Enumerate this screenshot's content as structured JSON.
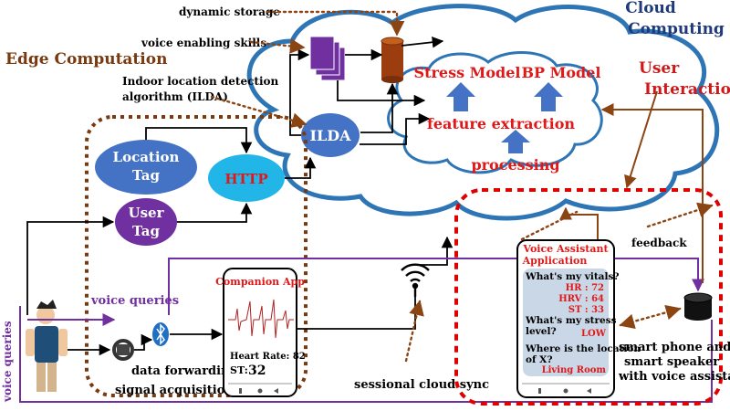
{
  "titles": {
    "edge": "Edge Computation",
    "cloud_line1": "Cloud",
    "cloud_line2": "Computing",
    "user_line1": "User",
    "user_line2": "Interaction"
  },
  "annotations": {
    "dynamic_storage": "dynamic storage",
    "voice_skills": "voice enabling skills",
    "ilda_desc_line1": "Indoor location detection",
    "ilda_desc_line2": "algorithm (ILDA)",
    "voice_queries_mid": "voice queries",
    "voice_queries_side": "voice queries",
    "data_forwarding": "data forwarding",
    "signal_acquisition": "signal acquisition",
    "sessional_sync": "sessional cloud sync",
    "feedback": "feedback",
    "smart_line1": "smart phone and",
    "smart_line2": "smart  speaker",
    "smart_line3": "with voice assistant"
  },
  "nodes": {
    "location_tag_line1": "Location",
    "location_tag_line2": "Tag",
    "user_tag_line1": "User",
    "user_tag_line2": "Tag",
    "http": "HTTP",
    "ilda": "ILDA",
    "stress_model": "Stress Model",
    "bp_model": "BP Model",
    "feature_extraction": "feature extraction",
    "processing": "processing"
  },
  "companion_app": {
    "title": "Companion App",
    "heart_rate_label": "Heart Rate: 82",
    "st_label": "ST:",
    "st_value": "32"
  },
  "voice_app": {
    "title_line1": "Voice Assistant",
    "title_line2": "Application",
    "q1": "What's my vitals?",
    "hr": "HR : 72",
    "hrv": "HRV : 64",
    "st": "ST : 33",
    "q2_line1": "What's my stress",
    "q2_line2": "level?",
    "a2": "LOW",
    "q3_line1": "Where is the location",
    "q3_line2": "of X?",
    "a3": "Living Room"
  },
  "colors": {
    "edge_title": "#7a3a10",
    "cloud_title": "#1f3a7a",
    "user_title": "#d01818",
    "cloud_border": "#2e75b6",
    "model_text": "#e01818",
    "arrow_blue": "#4472c4",
    "location_tag": "#4472c4",
    "user_tag": "#7030a0",
    "http": "#22b5e8",
    "ilda": "#4472c4",
    "purple_flow": "#7030a0",
    "brown_dotted": "#8b4513",
    "red_dashed": "#e00000",
    "phone_screen": "#c9d7e6"
  }
}
